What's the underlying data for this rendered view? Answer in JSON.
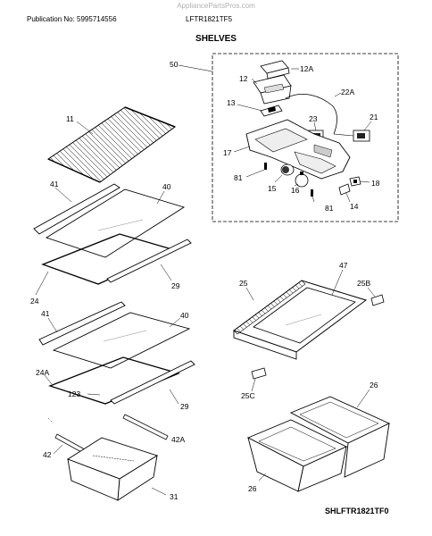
{
  "watermark": "AppliancePartsPros.com",
  "header": {
    "publication": "Publication No: 5995714556",
    "model": "LFTR1821TF5",
    "title": "SHELVES"
  },
  "footer": {
    "code": "SHLFTR1821TF0"
  },
  "callouts": {
    "c50": "50",
    "c12A": "12A",
    "c12": "12",
    "c22A": "22A",
    "c13": "13",
    "c23": "23",
    "c21": "21",
    "c17": "17",
    "c81a": "81",
    "c15": "15",
    "c16": "16",
    "c81b": "81",
    "c18": "18",
    "c14": "14",
    "c11": "11",
    "c41a": "41",
    "c40a": "40",
    "c24": "24",
    "c29a": "29",
    "c47": "47",
    "c25B": "25B",
    "c25": "25",
    "c41b": "41",
    "c40b": "40",
    "c24A": "24A",
    "c123": "123",
    "c29b": "29",
    "c25C": "25C",
    "c26a": "26",
    "c42A": "42A",
    "c42": "42",
    "c31": "31",
    "c26b": "26"
  }
}
